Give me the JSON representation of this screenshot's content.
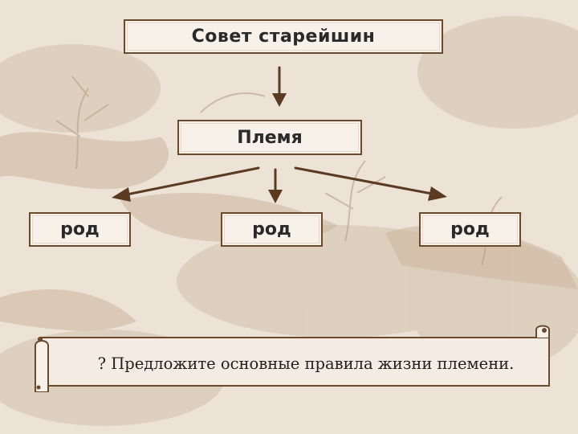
{
  "diagram": {
    "council_label": "Совет старейшин",
    "tribe_label": "Племя",
    "clans": [
      "род",
      "род",
      "род"
    ]
  },
  "question": {
    "text": "? Предложите основные правила жизни племени."
  },
  "colors": {
    "line": "#5a3a20",
    "border": "#6b4a2b",
    "box_fill": "#f7f1ea",
    "background": "#ece3d6"
  }
}
